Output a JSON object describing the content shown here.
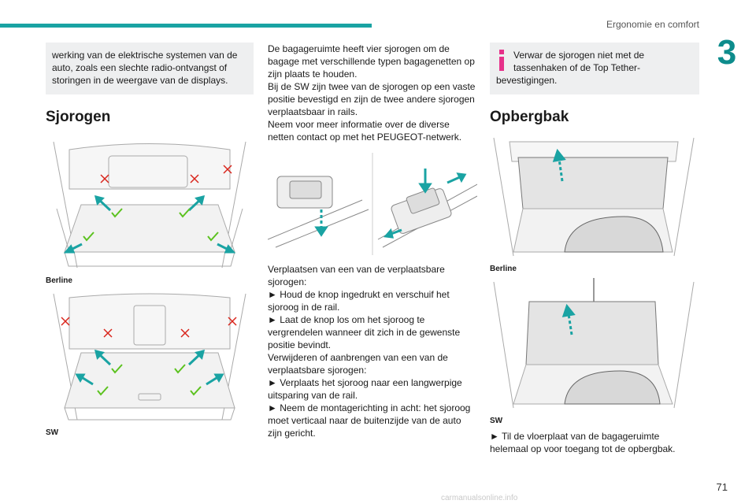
{
  "header": {
    "title": "Ergonomie en comfort",
    "chapter": "3",
    "page_number": "71",
    "accent_color": "#1aa3a3"
  },
  "col1": {
    "note": "werking van de elektrische systemen van de auto, zoals een slechte radio-ontvangst of storingen in de weergave van de displays.",
    "section_title": "Sjorogen",
    "caption_berline": "Berline",
    "caption_sw": "SW"
  },
  "col2": {
    "p1": "De bagageruimte heeft vier sjorogen om de bagage met verschillende typen bagagenetten op zijn plaats te houden.",
    "p2": "Bij de SW zijn twee van de sjorogen op een vaste positie bevestigd en zijn de twee andere sjorogen verplaatsbaar in rails.",
    "p3": "Neem voor meer informatie over de diverse netten contact op met het PEUGEOT-netwerk.",
    "p4": "Verplaatsen van een van de verplaatsbare sjorogen:",
    "p5": "► Houd de knop ingedrukt en verschuif het sjoroog in de rail.",
    "p6": "► Laat de knop los om het sjoroog te vergrendelen wanneer dit zich in de gewenste positie bevindt.",
    "p7": "Verwijderen of aanbrengen van een van de verplaatsbare sjorogen:",
    "p8": "► Verplaats het sjoroog naar een langwerpige uitsparing van de rail.",
    "p9": "► Neem de montagerichting in acht: het sjoroog moet verticaal naar de buitenzijde van de auto zijn gericht."
  },
  "col3": {
    "info": "Verwar de sjorogen niet met de tassenhaken of de Top Tether-bevestigingen.",
    "section_title": "Opbergbak",
    "caption_berline": "Berline",
    "caption_sw": "SW",
    "step": "► Til de vloerplaat van de bagageruimte helemaal op voor toegang tot de opbergbak."
  },
  "watermark": "carmanualsonline.info",
  "colors": {
    "green": "#5cc21f",
    "red": "#d9251c",
    "teal": "#1aa3a3",
    "info_icon": "#e6318a"
  }
}
